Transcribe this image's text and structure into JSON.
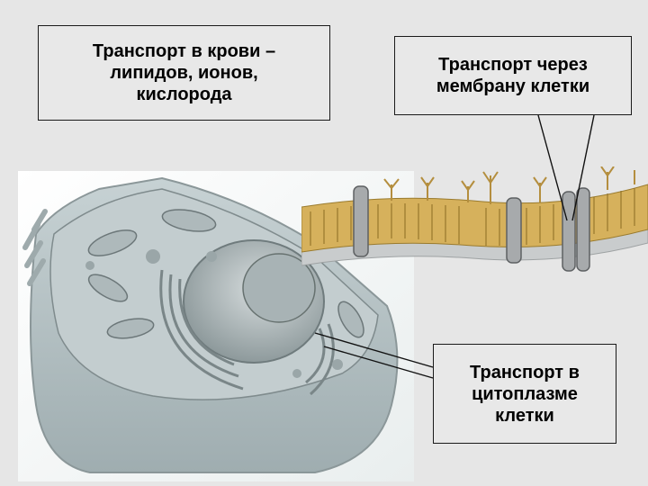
{
  "colors": {
    "background": "#e6e6e6",
    "callout_fill": "#e8e8e8",
    "cell_body": "#b9c6c8",
    "membrane_lipid": "#c9a24a",
    "protein_channel": "#8f9295"
  },
  "callouts": {
    "blood_transport": "Транспорт в крови –\nлипидов, ионов,\nкислорода",
    "membrane_transport": "Транспорт через\nмембрану клетки",
    "cytoplasm_transport": "Транспорт в\nцитоплазме\nклетки"
  },
  "images": {
    "cell": "cell-cross-section-illustration",
    "membrane": "lipid-bilayer-membrane-illustration"
  }
}
